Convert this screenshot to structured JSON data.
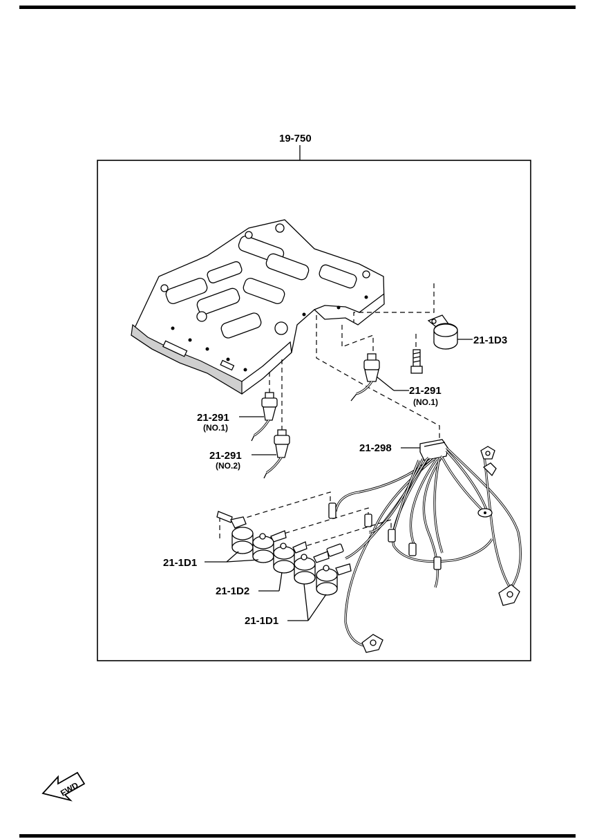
{
  "callouts": {
    "assembly": "19-750",
    "solenoid_d3": "21-1D3",
    "sensor_no1_right": "21-291",
    "sensor_no1_right_sub": "(NO.1)",
    "sensor_no1_left": "21-291",
    "sensor_no1_left_sub": "(NO.1)",
    "sensor_no2": "21-291",
    "sensor_no2_sub": "(NO.2)",
    "connector": "21-298",
    "solenoid_d1_top": "21-1D1",
    "solenoid_d2": "21-1D2",
    "solenoid_d1_bottom": "21-1D1"
  },
  "fwd_indicator": {
    "text": "FWD"
  },
  "icons": {
    "fwd": "fwd-arrow-icon"
  }
}
